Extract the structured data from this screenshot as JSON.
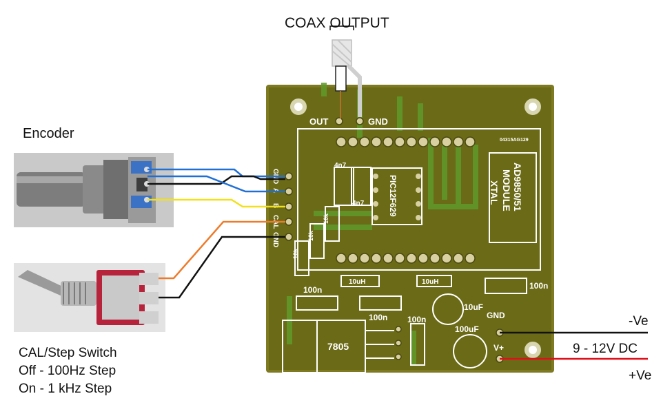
{
  "labels": {
    "coax_output": "COAX OUTPUT",
    "encoder": "Encoder",
    "switch_caption": [
      "CAL/Step Switch",
      "Off - 100Hz Step",
      "On - 1 kHz Step"
    ],
    "negative": "-Ve",
    "voltage": "9 - 12V DC",
    "positive": "+Ve"
  },
  "board": {
    "pad_out": "OUT",
    "pad_gnd": "GND",
    "serial": "04315AG129",
    "chip": "PIC12F629",
    "module": [
      "AD9850/51",
      "MODULE"
    ],
    "xtal": "XTAL",
    "left_pins": [
      "GND",
      "A",
      "B",
      "CAL",
      "GND"
    ],
    "cap_4n7_top": "4n7",
    "cap_4n7_bottom": "4n7",
    "res_10k": "10k",
    "inductor": "10uH",
    "cap_100n": "100n",
    "cap_10uF": "10uF",
    "cap_100uF": "100uF",
    "pad_supply_gnd": "GND",
    "pad_supply_vplus": "V+",
    "regulator": "7805"
  },
  "colors": {
    "board_green": "#6b6a16",
    "board_edge": "#7d7a22",
    "silk": "#ffffff",
    "wire_blue": "#1f6fd6",
    "wire_black": "#111111",
    "wire_yellow": "#f2e01a",
    "wire_orange": "#ee7b2a",
    "wire_red": "#e0101a",
    "switch_red": "#b8233c"
  },
  "icons": [
    "rotary-encoder-photo",
    "toggle-switch-photo",
    "coax-cable-drawing"
  ]
}
